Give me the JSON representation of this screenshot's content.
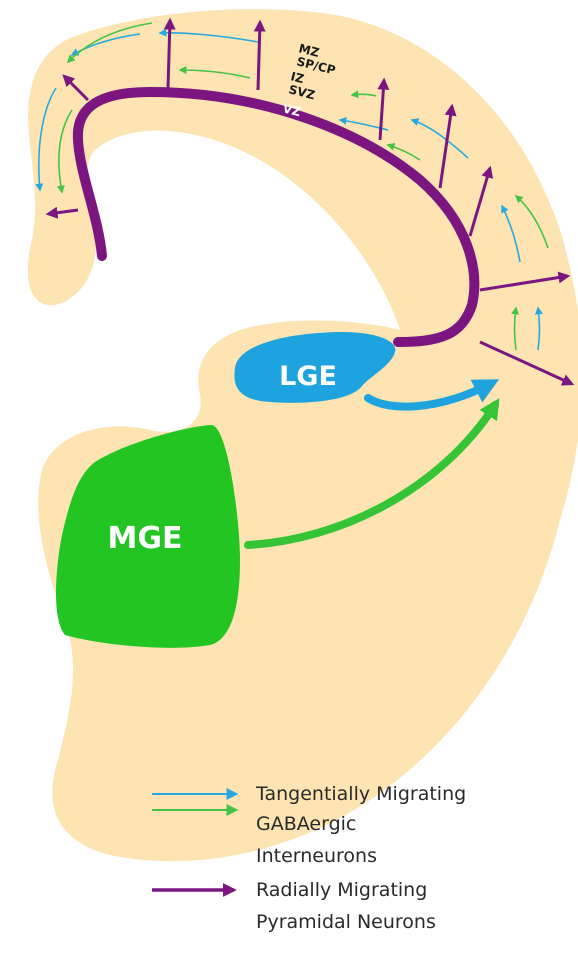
{
  "diagram": {
    "zones": {
      "mz": "MZ",
      "sp_cp": "SP/CP",
      "iz": "IZ",
      "svz": "SVZ",
      "vz": "VZ"
    },
    "regions": {
      "lge": "LGE",
      "mge": "MGE"
    },
    "colors": {
      "tissue": "#fde4b2",
      "cortex_band": "#7b1681",
      "lge": "#1ea3de",
      "mge": "#22c522",
      "tangential_blue": "#29a8e0",
      "tangential_green": "#46c346",
      "radial_purple": "#7b1681"
    }
  },
  "legend": {
    "tangential_line1": "Tangentially Migrating",
    "tangential_line2": "GABAergic",
    "tangential_line3": "Interneurons",
    "radial_line1": "Radially Migrating",
    "radial_line2": "Pyramidal Neurons"
  }
}
